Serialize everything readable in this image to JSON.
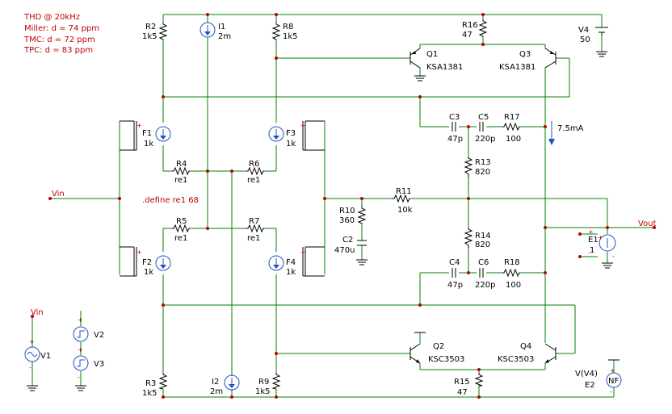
{
  "notes": {
    "line1": "THD @ 20kHz",
    "line2": "Miller: d = 74 ppm",
    "line3": "TMC: d = 72 ppm",
    "line4": "TPC:  d = 83 ppm"
  },
  "directive": ".define re1 68",
  "nets": {
    "vin": "Vin",
    "vout": "Vout",
    "vin_src": "Vin"
  },
  "current_annotation": "7.5mA",
  "components": {
    "R2": {
      "ref": "R2",
      "value": "1k5"
    },
    "I1": {
      "ref": "I1",
      "value": "2m"
    },
    "R8": {
      "ref": "R8",
      "value": "1k5"
    },
    "R16": {
      "ref": "R16",
      "value": "47"
    },
    "V4": {
      "ref": "V4",
      "value": "50"
    },
    "Q1": {
      "ref": "Q1",
      "value": "KSA1381"
    },
    "Q3": {
      "ref": "Q3",
      "value": "KSA1381"
    },
    "F1": {
      "ref": "F1",
      "value": "1k"
    },
    "F3": {
      "ref": "F3",
      "value": "1k"
    },
    "F2": {
      "ref": "F2",
      "value": "1k"
    },
    "F4": {
      "ref": "F4",
      "value": "1k"
    },
    "C3": {
      "ref": "C3",
      "value": "47p"
    },
    "C5": {
      "ref": "C5",
      "value": "220p"
    },
    "R17": {
      "ref": "R17",
      "value": "100"
    },
    "R4": {
      "ref": "R4",
      "value": "re1"
    },
    "R6": {
      "ref": "R6",
      "value": "re1"
    },
    "R5": {
      "ref": "R5",
      "value": "re1"
    },
    "R7": {
      "ref": "R7",
      "value": "re1"
    },
    "R13": {
      "ref": "R13",
      "value": "820"
    },
    "R14": {
      "ref": "R14",
      "value": "820"
    },
    "R10": {
      "ref": "R10",
      "value": "360"
    },
    "C2": {
      "ref": "C2",
      "value": "470u"
    },
    "R11": {
      "ref": "R11",
      "value": "10k"
    },
    "E1": {
      "ref": "E1",
      "value": "1"
    },
    "C4": {
      "ref": "C4",
      "value": "47p"
    },
    "C6": {
      "ref": "C6",
      "value": "220p"
    },
    "R18": {
      "ref": "R18",
      "value": "100"
    },
    "V1": {
      "ref": "V1",
      "value": ""
    },
    "V2": {
      "ref": "V2",
      "value": ""
    },
    "V3": {
      "ref": "V3",
      "value": ""
    },
    "Q2": {
      "ref": "Q2",
      "value": "KSC3503"
    },
    "Q4": {
      "ref": "Q4",
      "value": "KSC3503"
    },
    "R3": {
      "ref": "R3",
      "value": "1k5"
    },
    "I2": {
      "ref": "I2",
      "value": "2m"
    },
    "R9": {
      "ref": "R9",
      "value": "1k5"
    },
    "R15": {
      "ref": "R15",
      "value": "47"
    },
    "E2": {
      "ref": "E2",
      "value": "V(V4)",
      "symbol": "NF"
    }
  },
  "colors": {
    "wire": "#008000",
    "component": "#2050c0",
    "text": "#000000",
    "annotation": "#c00000"
  },
  "icons": {
    "current_source": "arrow-circle-icon",
    "voltage_source": "sine-circle-icon",
    "ground": "ground-icon"
  }
}
